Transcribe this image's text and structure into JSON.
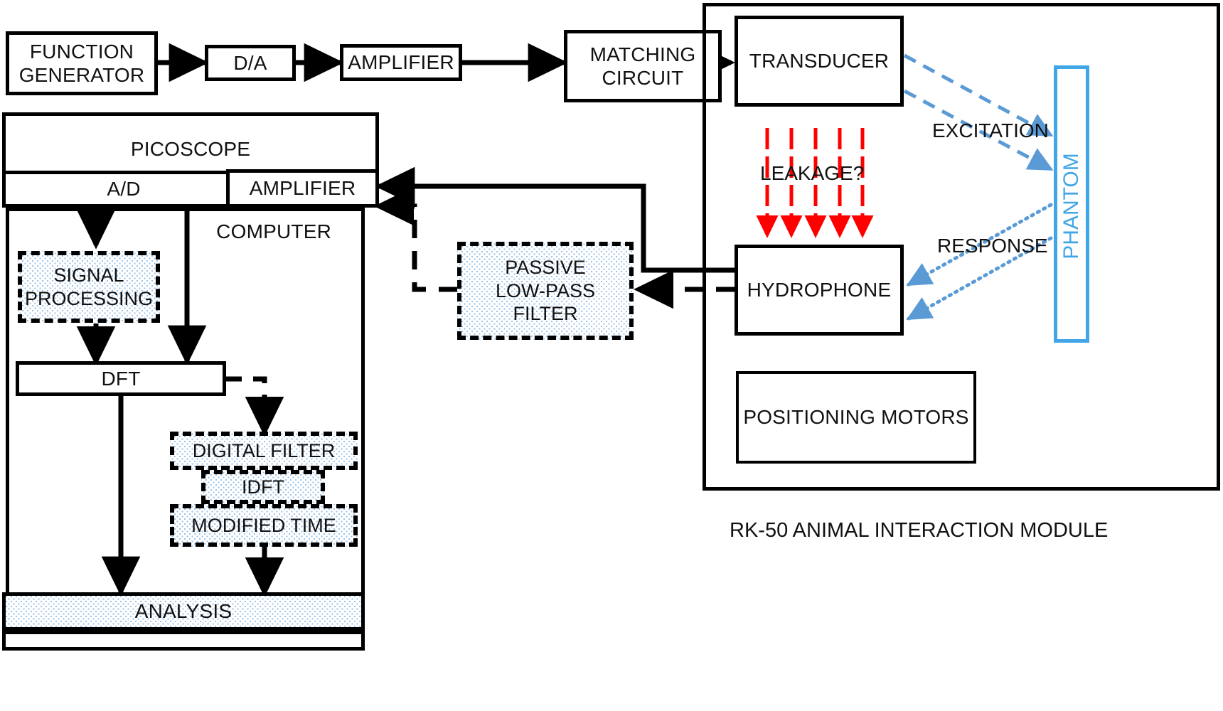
{
  "diagram": {
    "title": "Ultrasound experimental setup block diagram",
    "module_caption": "RK-50 ANIMAL INTERACTION MODULE",
    "colors": {
      "line": "#000000",
      "phantom_blue": "#41a6e8",
      "excitation_blue": "#5b9bd5",
      "response_blue": "#5b9bd5",
      "leakage_red": "#ff0000",
      "dot_fill": "#9dc3e6"
    },
    "signal_chain": [
      {
        "id": "function-generator",
        "label": "FUNCTION\nGENERATOR"
      },
      {
        "id": "da",
        "label": "D/A"
      },
      {
        "id": "amplifier",
        "label": "AMPLIFIER"
      },
      {
        "id": "matching-circuit",
        "label": "MATCHING\nCIRCUIT"
      }
    ],
    "picoscope": {
      "title": "PICOSCOPE",
      "ad_label": "A/D",
      "amplifier_label": "AMPLIFIER"
    },
    "computer": {
      "title": "COMPUTER",
      "signal_processing": "SIGNAL\nPROCESSING",
      "dft": "DFT",
      "digital_filter": "DIGITAL FILTER",
      "idft": "IDFT",
      "modified_time": "MODIFIED TIME",
      "analysis": "ANALYSIS"
    },
    "filter": {
      "label": "PASSIVE\nLOW-PASS\nFILTER"
    },
    "module": {
      "transducer": "TRANSDUCER",
      "hydrophone": "HYDROPHONE",
      "positioning_motors": "POSITIONING MOTORS",
      "phantom": "PHANTOM"
    },
    "annotations": {
      "excitation": "EXCITATION",
      "response": "RESPONSE",
      "leakage": "LEAKAGE?"
    }
  }
}
